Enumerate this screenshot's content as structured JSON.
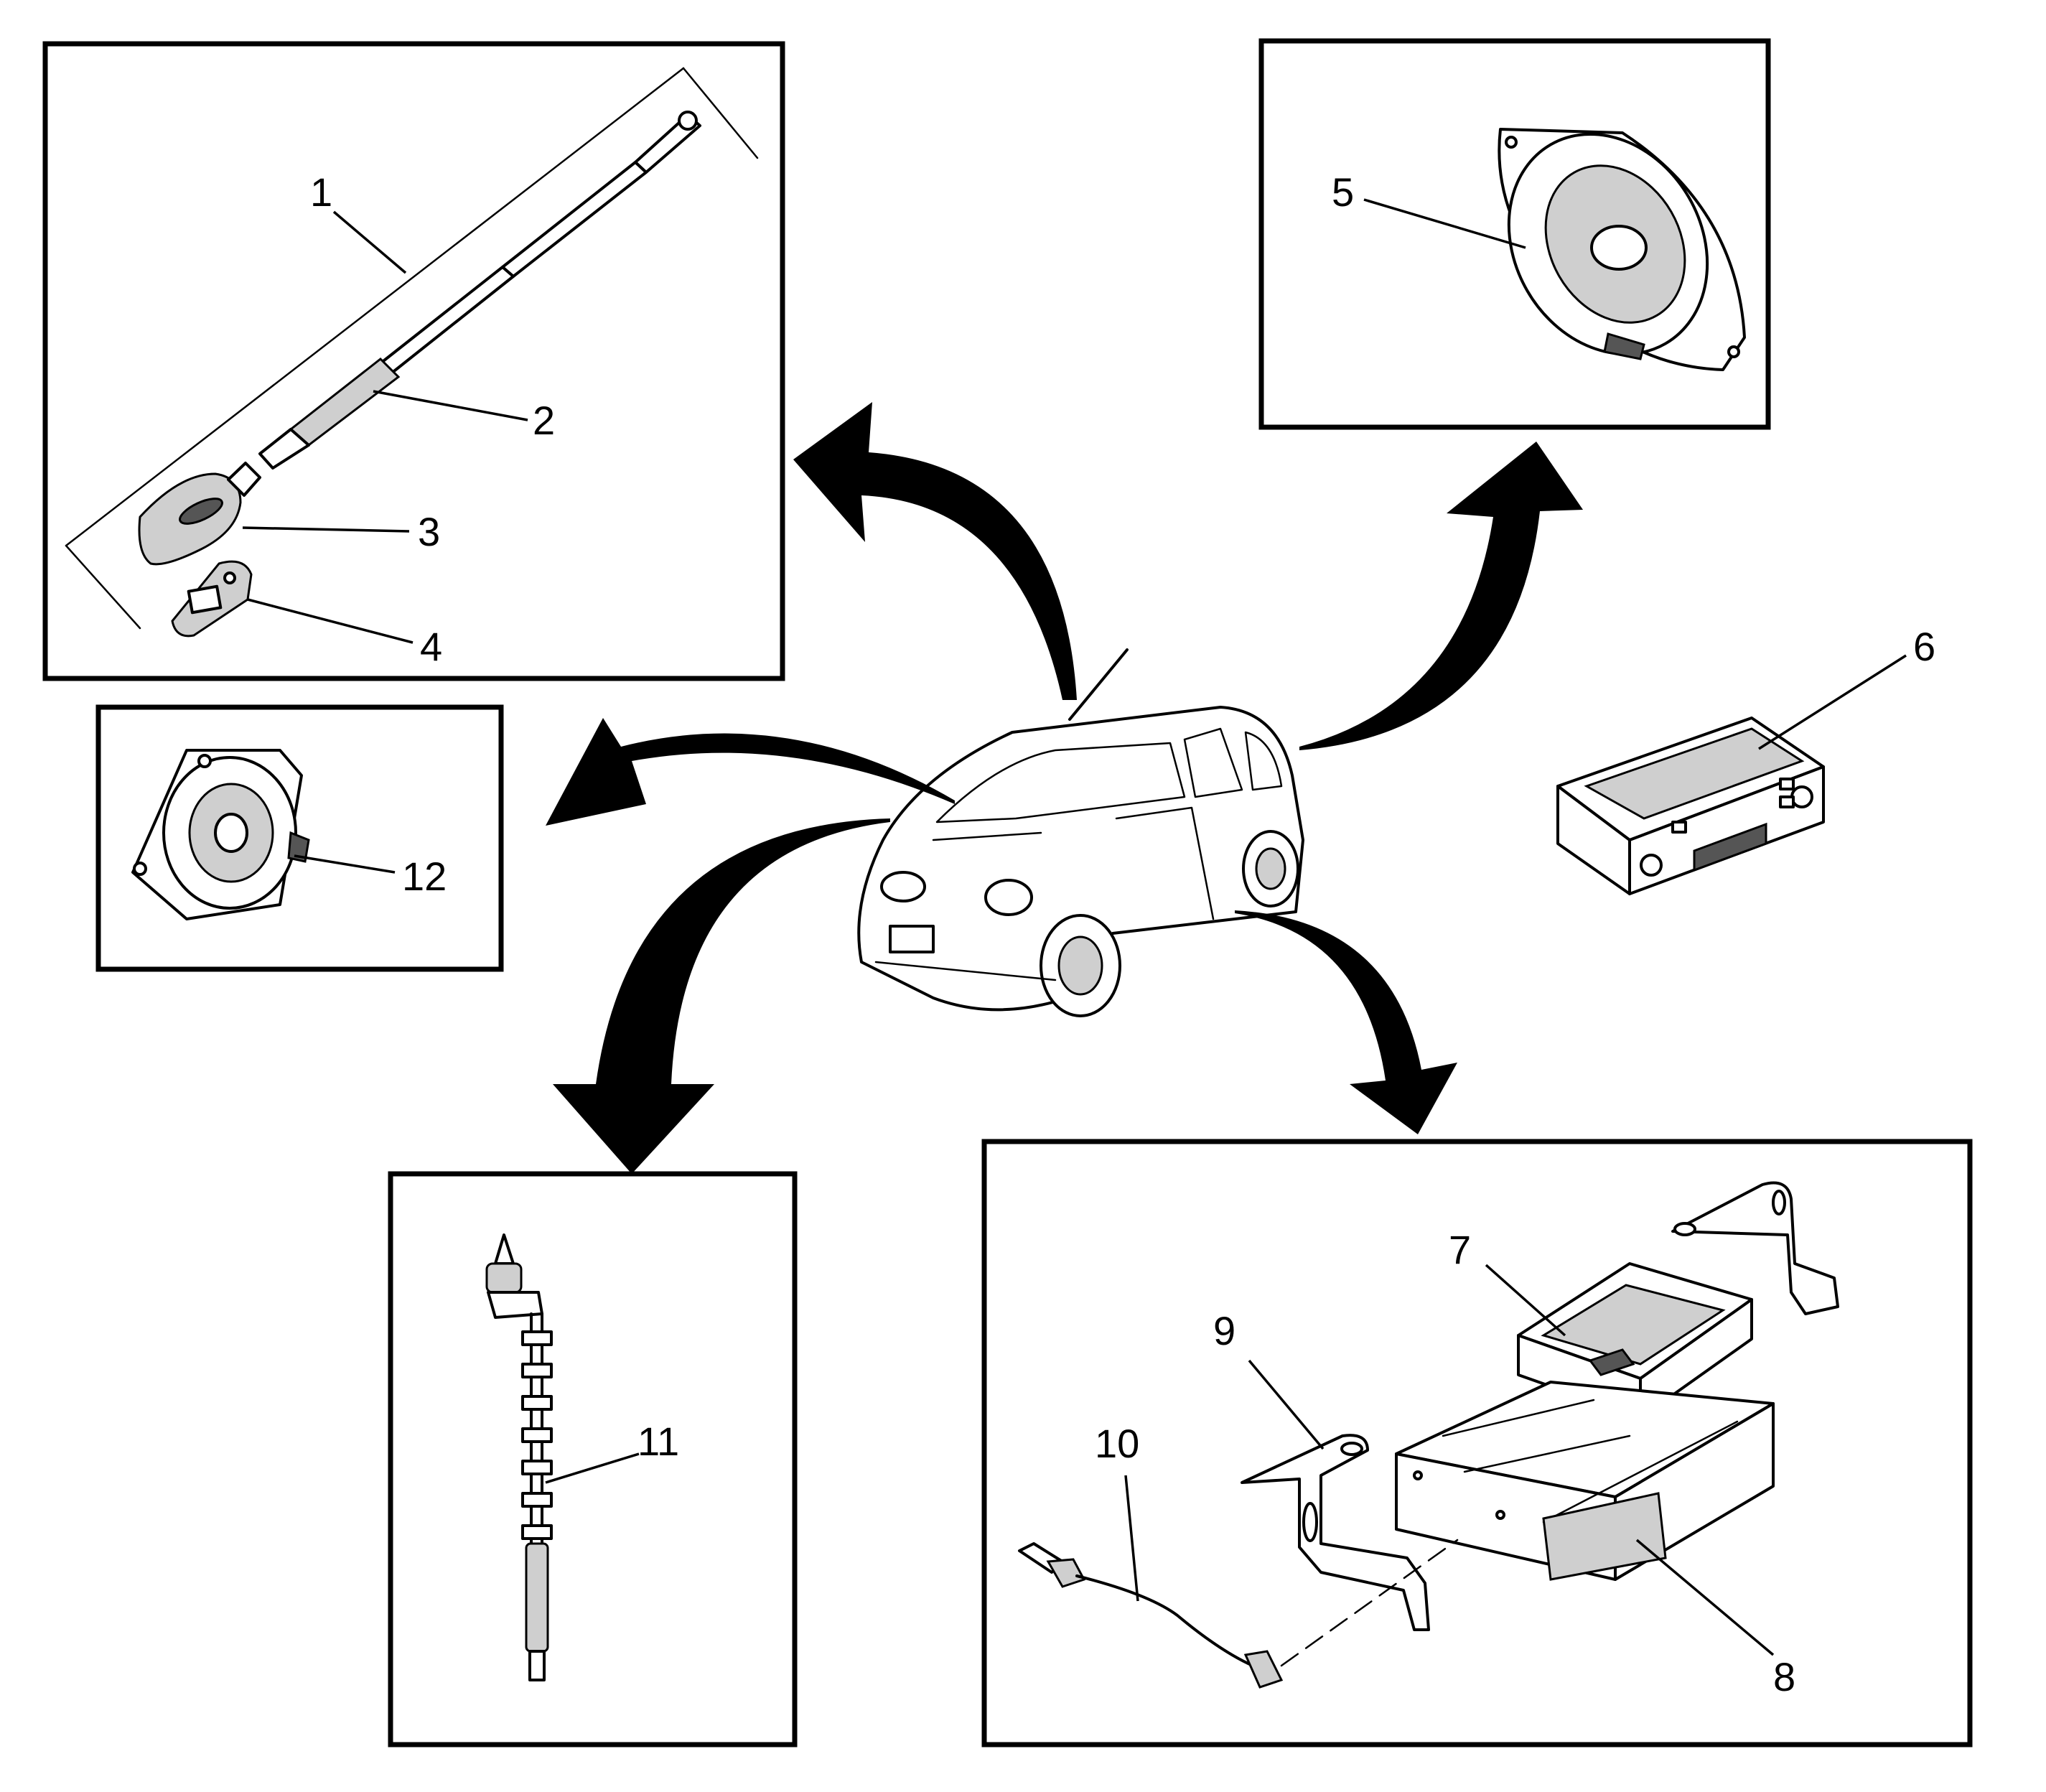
{
  "callouts": [
    {
      "id": "1",
      "text": "1"
    },
    {
      "id": "2",
      "text": "2"
    },
    {
      "id": "3",
      "text": "3"
    },
    {
      "id": "4",
      "text": "4"
    },
    {
      "id": "5",
      "text": "5"
    },
    {
      "id": "6",
      "text": "6"
    },
    {
      "id": "7",
      "text": "7"
    },
    {
      "id": "8",
      "text": "8"
    },
    {
      "id": "9",
      "text": "9"
    },
    {
      "id": "10",
      "text": "10"
    },
    {
      "id": "11",
      "text": "11"
    },
    {
      "id": "12",
      "text": "12"
    }
  ],
  "panels": [
    {
      "name": "antenna-detail",
      "callouts": [
        "1",
        "2",
        "3",
        "4"
      ]
    },
    {
      "name": "front-speaker-detail",
      "callouts": [
        "5"
      ]
    },
    {
      "name": "rear-speaker-detail",
      "callouts": [
        "12"
      ]
    },
    {
      "name": "antenna-cable-detail",
      "callouts": [
        "11"
      ]
    },
    {
      "name": "cd-changer-detail",
      "callouts": [
        "7",
        "8",
        "9",
        "10"
      ]
    }
  ],
  "colors": {
    "line": "#000000",
    "background": "#ffffff",
    "shade": "#cfcfcf"
  }
}
